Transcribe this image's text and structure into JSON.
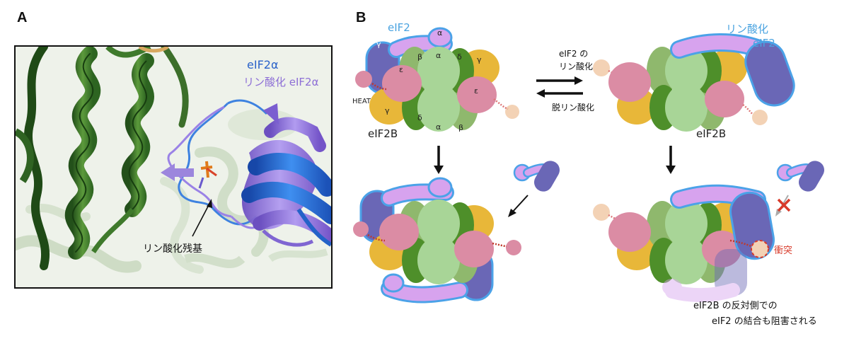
{
  "panel_a": {
    "letter": "A",
    "label_eif2a": "eIF2α",
    "label_p_eif2a": "リン酸化 eIF2α",
    "label_residue": "リン酸化残基"
  },
  "panel_b": {
    "letter": "B",
    "label_eif2": "eIF2",
    "label_p_eif2_line1": "リン酸化",
    "label_p_eif2_line2": "eIF2",
    "label_eif2b_left": "eIF2B",
    "label_eif2b_right": "eIF2B",
    "label_heat": "HEAT",
    "arrow_fwd_line1": "eIF2 の",
    "arrow_fwd_line2": "リン酸化",
    "arrow_rev": "脱リン酸化",
    "label_clash": "衝突",
    "note_line1": "eIF2B の反対側での",
    "note_line2": "eIF2 の結合も阻害される",
    "subunits": {
      "alpha": "α",
      "beta": "β",
      "gamma": "γ",
      "delta": "δ",
      "epsilon": "ε"
    }
  },
  "colors": {
    "eif2_label": "#4aa3e0",
    "eif2a_label": "#2b63c9",
    "p_eif2a_label": "#8d6fd6",
    "eif2b_alpha": "#a8d597",
    "eif2b_beta": "#8fb86d",
    "eif2b_delta": "#4e8f2a",
    "eif2b_gamma": "#e8b739",
    "eif2b_epsilon": "#db8ca4",
    "eif2_gamma": "#6a67b6",
    "eif2_alpha": "#d7a3ee",
    "eif2_outline": "#4ba2e8",
    "helix_green": "#3f7a2c",
    "clash_red": "#d83a2a"
  }
}
